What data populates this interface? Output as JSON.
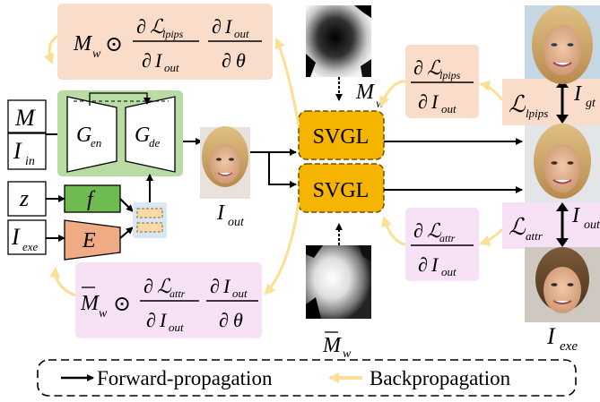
{
  "colors": {
    "peach": "#f9dcc9",
    "green_panel": "#b9dba4",
    "green_box": "#6fbb52",
    "orange_box": "#f0aa84",
    "pink": "#f7e1f7",
    "svgl": "#f4b400",
    "svgl_border": "#6b5200",
    "feedback": "#fcdf94",
    "small_box": "#d9e6f4"
  },
  "inputs": {
    "m": "M",
    "i_in_main": "I",
    "i_in_sub": "in",
    "z": "z",
    "i_exe_main": "I",
    "i_exe_sub": "exe"
  },
  "encoder": {
    "g": "G",
    "sub": "en"
  },
  "decoder": {
    "g": "G",
    "sub": "de"
  },
  "f_label": "f",
  "e_label": "E",
  "i_out": {
    "main": "I",
    "sub": "out"
  },
  "svgl": {
    "label": "SVGL"
  },
  "mask_top": {
    "main": "M",
    "sub": "w"
  },
  "mask_bottom": {
    "main": "M",
    "sub": "w"
  },
  "formula_top": {
    "mask": "M",
    "mask_sub": "w",
    "odot": "⊙",
    "partial": "∂",
    "loss": "ℒ",
    "loss_sub": "lpips",
    "i": "I",
    "i_sub": "out",
    "theta": "θ"
  },
  "formula_bottom": {
    "mask": "M",
    "mask_sub": "w",
    "odot": "⊙",
    "partial": "∂",
    "loss": "ℒ",
    "loss_sub": "attr",
    "i": "I",
    "i_sub": "out",
    "theta": "θ"
  },
  "grad_lpips": {
    "partial": "∂",
    "loss": "ℒ",
    "loss_sub": "lpips",
    "i": "I",
    "i_sub": "out"
  },
  "grad_attr": {
    "partial": "∂",
    "loss": "ℒ",
    "loss_sub": "attr",
    "i": "I",
    "i_sub": "out"
  },
  "loss_lpips": {
    "loss": "ℒ",
    "sub": "lpips"
  },
  "loss_attr": {
    "loss": "ℒ",
    "sub": "attr"
  },
  "i_gt": {
    "main": "I",
    "sub": "gt"
  },
  "i_out_right": {
    "main": "I",
    "sub": "out"
  },
  "i_exe_label": {
    "main": "I",
    "sub": "exe"
  },
  "legend": {
    "forward": "Forward-propagation",
    "backward": "Backpropagation"
  }
}
